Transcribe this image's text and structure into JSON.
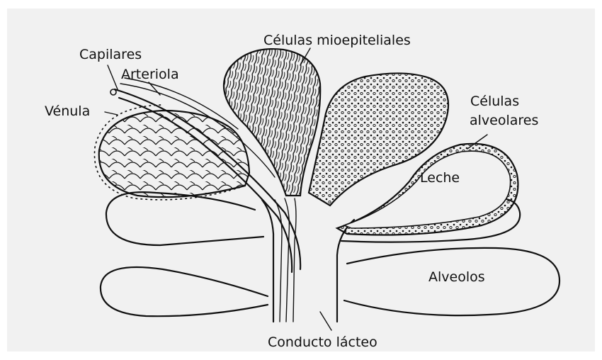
{
  "labels": {
    "celulas_mioepiteliales": "Células mioepiteliales",
    "capilares": "Capilares",
    "arteriola": "Arteriola",
    "venula": "Vénula",
    "celulas_alveolares_1": "Células",
    "celulas_alveolares_2": "alveolares",
    "leche": "Leche",
    "alveolos": "Alveolos",
    "conducto_lacteo": "Conducto lácteo"
  },
  "colors": {
    "background": "#f1f1f1",
    "ink": "#111111"
  }
}
